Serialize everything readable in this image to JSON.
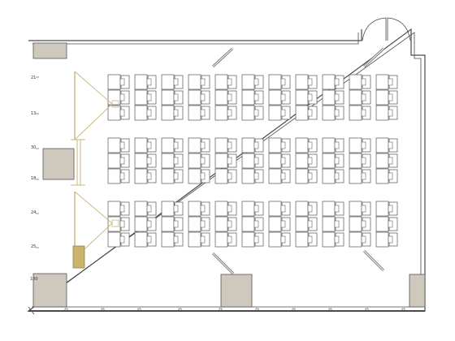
{
  "title": "",
  "colors": {
    "wall": "#4a4a4a",
    "column": "#cfc9bd",
    "column_stroke": "#555555",
    "desk": "#ffffff",
    "desk_stroke": "#555555",
    "chair_stroke": "#666666",
    "projection": "#c8b47c",
    "lectern": "#c9b36d",
    "window": "#7a7a7a"
  },
  "layout_info": {
    "desk_blocks": 3,
    "desk_columns_per_block": 11,
    "desk_rows_per_column": 3
  },
  "wall_marks": [
    "21",
    "13",
    "30",
    "18",
    "24",
    "25",
    "100"
  ],
  "icons": [
    "door-swing-icon",
    "projector-screen-icon",
    "lectern-icon",
    "window-icon"
  ]
}
